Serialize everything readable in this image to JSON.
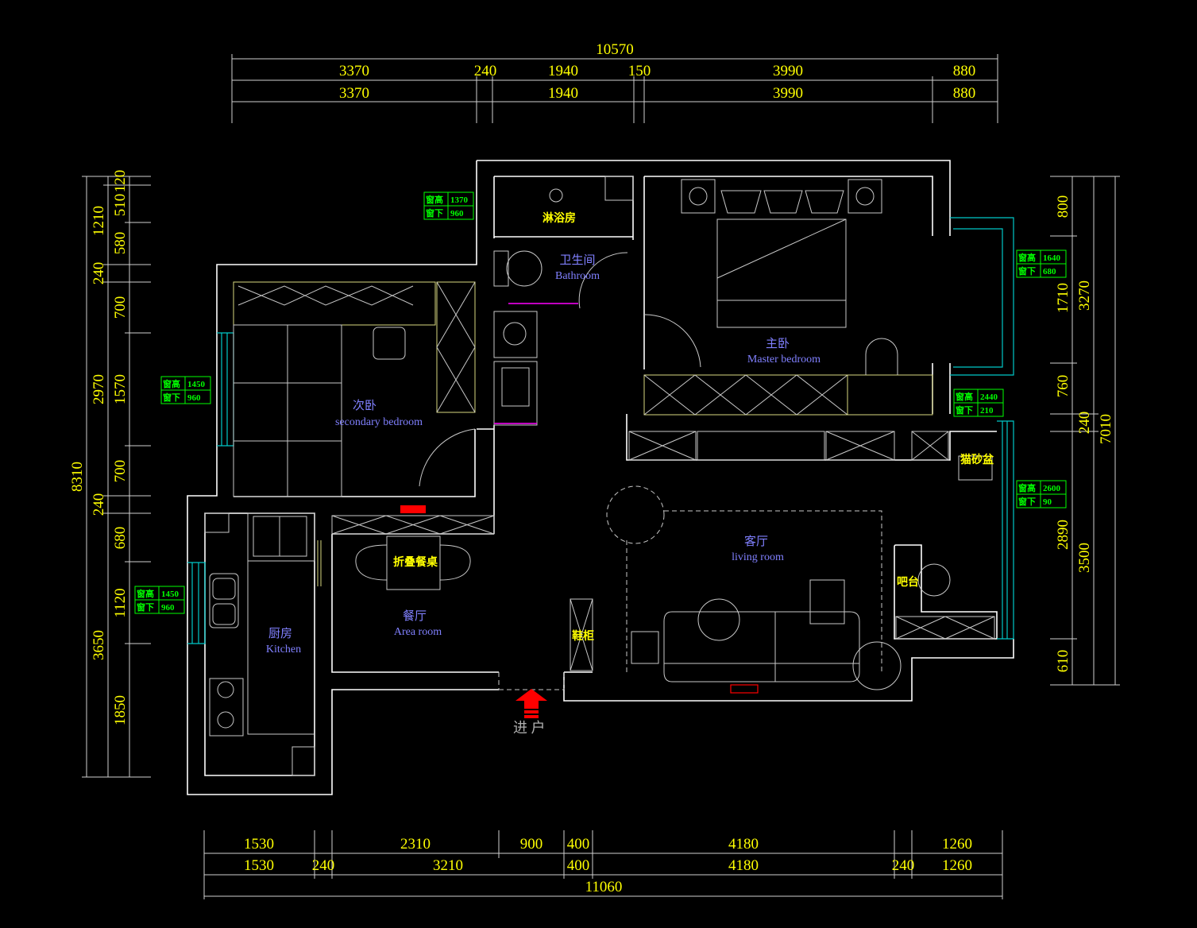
{
  "dims": {
    "top_total": "10570",
    "top_row1": [
      "3370",
      "240",
      "1940",
      "150",
      "3990",
      "880"
    ],
    "top_row2": [
      "3370",
      "1940",
      "3990",
      "880"
    ],
    "bottom_row1": [
      "1530",
      "2310",
      "900",
      "400",
      "4180",
      "1260"
    ],
    "bottom_row2": [
      "1530",
      "240",
      "3210",
      "400",
      "4180",
      "240",
      "1260"
    ],
    "bottom_total": "11060",
    "left_total": "8310",
    "left_outer": [
      "1210",
      "240",
      "2970",
      "240",
      "3650"
    ],
    "left_inner": [
      "510",
      "120",
      "580",
      "700",
      "1570",
      "700",
      "680",
      "1120",
      "1850"
    ],
    "right_outer": [
      "3270",
      "240",
      "3500"
    ],
    "right_total": "7010",
    "right_inner": [
      "800",
      "1710",
      "760",
      "2890",
      "610"
    ]
  },
  "rooms": {
    "shower": "淋浴房",
    "bathroom_cn": "卫生间",
    "bathroom_en": "Bathroom",
    "master_cn": "主卧",
    "master_en": "Master bedroom",
    "secondary_cn": "次卧",
    "secondary_en": "secondary bedroom",
    "living_cn": "客厅",
    "living_en": "living room",
    "dining_cn": "餐厅",
    "dining_en": "Area room",
    "kitchen_cn": "厨房",
    "kitchen_en": "Kitchen",
    "folding_table": "折叠餐桌",
    "shoe_cabinet": "鞋柜",
    "bar": "吧台",
    "litter": "猫砂盆",
    "entry": "进 户"
  },
  "window_tags": [
    {
      "h_label": "窗高",
      "h": "1370",
      "s_label": "窗下",
      "s": "960"
    },
    {
      "h_label": "窗高",
      "h": "1640",
      "s_label": "窗下",
      "s": "680"
    },
    {
      "h_label": "窗高",
      "h": "1450",
      "s_label": "窗下",
      "s": "960"
    },
    {
      "h_label": "窗高",
      "h": "2440",
      "s_label": "窗下",
      "s": "210"
    },
    {
      "h_label": "窗高",
      "h": "2600",
      "s_label": "窗下",
      "s": "90"
    },
    {
      "h_label": "窗高",
      "h": "1450",
      "s_label": "窗下",
      "s": "960"
    }
  ],
  "colors": {
    "background": "#000000",
    "dimension_text": "#ffff00",
    "room_label": "#8080ff",
    "window_tag": "#00ff00",
    "wall": "#ffffff",
    "window": "#00c8c8",
    "entry_arrow": "#ff0000"
  }
}
